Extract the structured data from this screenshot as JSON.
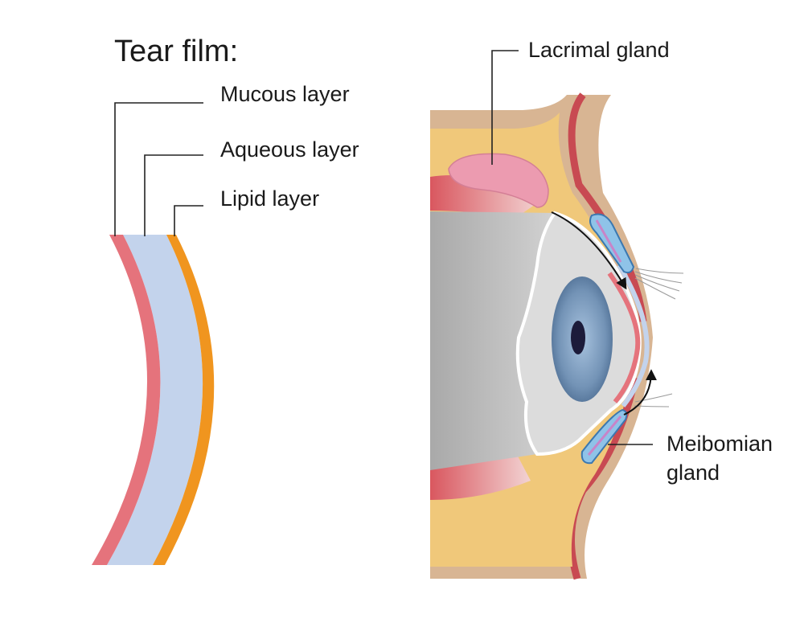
{
  "title": "Tear film:",
  "labels": {
    "mucous": "Mucous layer",
    "aqueous": "Aqueous layer",
    "lipid": "Lipid layer",
    "lacrimal": "Lacrimal gland",
    "meibomian_line1": "Meibomian",
    "meibomian_line2": "gland"
  },
  "colors": {
    "mucous_layer": "#e5737c",
    "aqueous_layer": "#c3d3ec",
    "lipid_layer": "#f0951f",
    "lacrimal_gland": "#ec9bb0",
    "eyelid_tissue": "#f0c87a",
    "skin": "#d8b593",
    "eyeball": "#cfcfcf",
    "iris": "#7393b6",
    "muscle": "#e16a70",
    "leader_line": "#222222"
  }
}
